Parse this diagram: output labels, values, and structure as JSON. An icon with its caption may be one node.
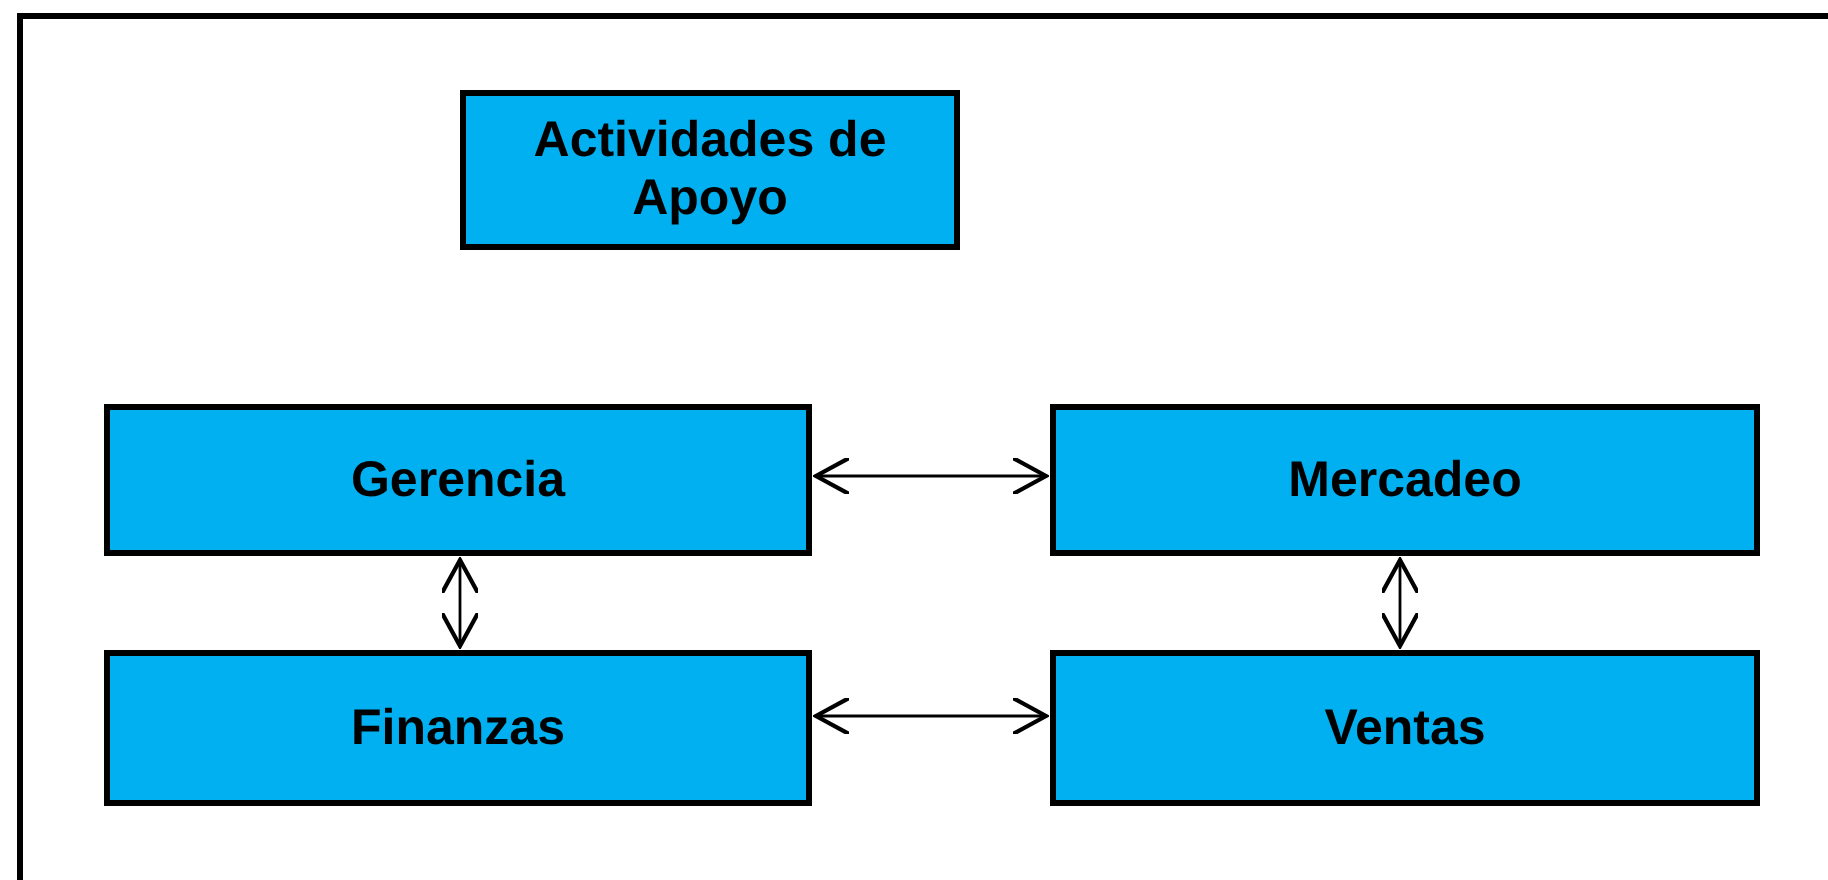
{
  "diagram": {
    "nodes": [
      {
        "text": [
          "Actividades de Apoyo"
        ]
      },
      {
        "text": [
          "Gerencia"
        ]
      },
      {
        "text": [
          "Mercadeo"
        ]
      },
      {
        "text": [
          "Finanzas"
        ]
      },
      {
        "text": [
          "Ventas"
        ]
      }
    ],
    "edges": [
      {
        "from": 1,
        "to": 2,
        "arrow": "both"
      },
      {
        "from": 1,
        "to": 3,
        "arrow": "both"
      },
      {
        "from": 2,
        "to": 4,
        "arrow": "both"
      },
      {
        "from": 3,
        "to": 4,
        "arrow": "both"
      }
    ]
  }
}
